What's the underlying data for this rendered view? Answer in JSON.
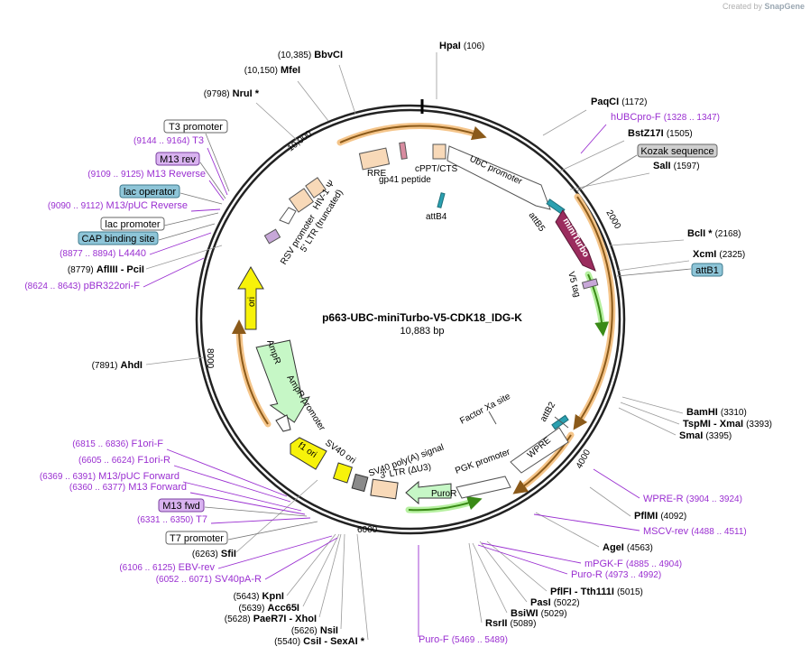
{
  "credit": {
    "prefix": "Created by",
    "brand": "SnapGene"
  },
  "plasmid": {
    "name": "p663-UBC-miniTurbo-V5-CDK18_IDG-K",
    "length": "10,883 bp"
  },
  "ticks": [
    {
      "label": "10,000"
    },
    {
      "label": "2000"
    },
    {
      "label": "4000"
    },
    {
      "label": "6000"
    },
    {
      "label": "8000"
    }
  ],
  "enzymes": [
    {
      "name": "HpaI",
      "pos": "(106)"
    },
    {
      "name": "PaqCI",
      "pos": "(1172)"
    },
    {
      "name": "BstZ17I",
      "pos": "(1505)"
    },
    {
      "name": "SalI",
      "pos": "(1597)"
    },
    {
      "name": "BclI *",
      "pos": "(2168)"
    },
    {
      "name": "XcmI",
      "pos": "(2325)"
    },
    {
      "name": "BamHI",
      "pos": "(3310)"
    },
    {
      "name": "TspMI  - XmaI",
      "pos": "(3393)"
    },
    {
      "name": "SmaI",
      "pos": "(3395)"
    },
    {
      "name": "PflMI",
      "pos": "(4092)"
    },
    {
      "name": "AgeI",
      "pos": "(4563)"
    },
    {
      "name": "PflFI  - Tth111I",
      "pos": "(5015)"
    },
    {
      "name": "PasI",
      "pos": "(5022)"
    },
    {
      "name": "BsiWI",
      "pos": "(5029)"
    },
    {
      "name": "RsrII",
      "pos": "(5089)"
    },
    {
      "name": "BbvCI",
      "pos": "(10,385)"
    },
    {
      "name": "MfeI",
      "pos": "(10,150)"
    },
    {
      "name": "NruI *",
      "pos": "(9798)"
    },
    {
      "name": "AflIII  - PciI",
      "pos": "(8779)"
    },
    {
      "name": "AhdI",
      "pos": "(7891)"
    },
    {
      "name": "SfiI",
      "pos": "(6263)"
    },
    {
      "name": "KpnI",
      "pos": "(5643)"
    },
    {
      "name": "Acc65I",
      "pos": "(5639)"
    },
    {
      "name": "PaeR7I  - XhoI",
      "pos": "(5628)"
    },
    {
      "name": "NsiI",
      "pos": "(5626)"
    },
    {
      "name": "CsiI  - SexAI *",
      "pos": "(5540)"
    }
  ],
  "primers": [
    {
      "name": "hUBCpro-F",
      "pos": "(1328 .. 1347)"
    },
    {
      "name": "WPRE-R",
      "pos": "(3904 .. 3924)"
    },
    {
      "name": "MSCV-rev",
      "pos": "(4488 .. 4511)"
    },
    {
      "name": "mPGK-F",
      "pos": "(4885 .. 4904)"
    },
    {
      "name": "Puro-R",
      "pos": "(4973 .. 4992)"
    },
    {
      "name": "Puro-F",
      "pos": "(5469 .. 5489)"
    },
    {
      "name": "T3",
      "pos": "(9144 .. 9164)"
    },
    {
      "name": "M13 Reverse",
      "pos": "(9109 .. 9125)"
    },
    {
      "name": "M13/pUC Reverse",
      "pos": "(9090 .. 9112)"
    },
    {
      "name": "L4440",
      "pos": "(8877 .. 8894)"
    },
    {
      "name": "pBR322ori-F",
      "pos": "(8624 .. 8643)"
    },
    {
      "name": "F1ori-F",
      "pos": "(6815 .. 6836)"
    },
    {
      "name": "F1ori-R",
      "pos": "(6605 .. 6624)"
    },
    {
      "name": "M13/pUC Forward",
      "pos": "(6369 .. 6391)"
    },
    {
      "name": "M13 Forward",
      "pos": "(6360 .. 6377)"
    },
    {
      "name": "T7",
      "pos": "(6331 .. 6350)"
    },
    {
      "name": "EBV-rev",
      "pos": "(6106 .. 6125)"
    },
    {
      "name": "SV40pA-R",
      "pos": "(6052 .. 6071)"
    }
  ],
  "boxed_labels": [
    {
      "text": "Kozak sequence"
    },
    {
      "text": "attB1"
    },
    {
      "text": "T3 promoter"
    },
    {
      "text": "M13 rev"
    },
    {
      "text": "lac operator"
    },
    {
      "text": "lac promoter"
    },
    {
      "text": "CAP binding site"
    },
    {
      "text": "M13 fwd"
    },
    {
      "text": "T7 promoter"
    }
  ],
  "features": [
    {
      "text": "RRE"
    },
    {
      "text": "gp41 peptide"
    },
    {
      "text": "cPPT/CTS"
    },
    {
      "text": "UbC promoter"
    },
    {
      "text": "attB4"
    },
    {
      "text": "attB5"
    },
    {
      "text": "miniTurbo"
    },
    {
      "text": "V5 tag"
    },
    {
      "text": "HIV-1 Ψ"
    },
    {
      "text": "5' LTR (truncated)"
    },
    {
      "text": "RSV promoter"
    },
    {
      "text": "ori"
    },
    {
      "text": "AmpR"
    },
    {
      "text": "AmpR promoter"
    },
    {
      "text": "f1 ori"
    },
    {
      "text": "SV40 ori"
    },
    {
      "text": "SV40 poly(A) signal"
    },
    {
      "text": "3' LTR (ΔU3)"
    },
    {
      "text": "PGK promoter"
    },
    {
      "text": "PuroR"
    },
    {
      "text": "WPRE"
    },
    {
      "text": "attB2"
    },
    {
      "text": "Factor Xa site"
    }
  ],
  "colors": {
    "enzyme": "#000000",
    "primer": "#9a2fd1",
    "orf_orange": "#f5c58a",
    "orf_arrow": "#8b5a1a",
    "green_band": "#b6f0a0",
    "green_arrow": "#3a8a17",
    "miniTurbo": "#9b2c5e",
    "promoter": "#ffffff",
    "ltr": "#f8d9b8",
    "ori": "#f7f20a",
    "ampR": "#c6f7c6",
    "attB": "#2aa0b0",
    "kozak_bg": "#cfcfcf",
    "lac_bg": "#8ec5d8",
    "m13_bg": "#d9b3f0",
    "attB1_bg": "#8ec5d8"
  }
}
